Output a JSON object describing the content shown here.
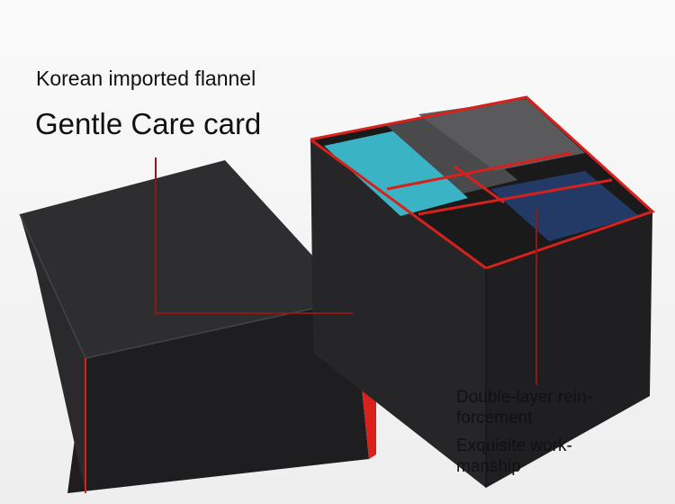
{
  "labels": {
    "material": "Korean imported flannel",
    "feature": "Gentle Care card",
    "reinforcement_line1": "Double-layer rein-",
    "reinforcement_line2": "forcement",
    "workmanship_line1": "Exquisite work-",
    "workmanship_line2": "manship"
  },
  "colors": {
    "background": "#f4f4f4",
    "leather": "#2a2a2c",
    "lining": "#d8201c",
    "leader_line": "#8a1a1a",
    "teal_card": "#3ab3c4",
    "blue_card": "#233a66",
    "gray_card": "#5a5a5c"
  }
}
